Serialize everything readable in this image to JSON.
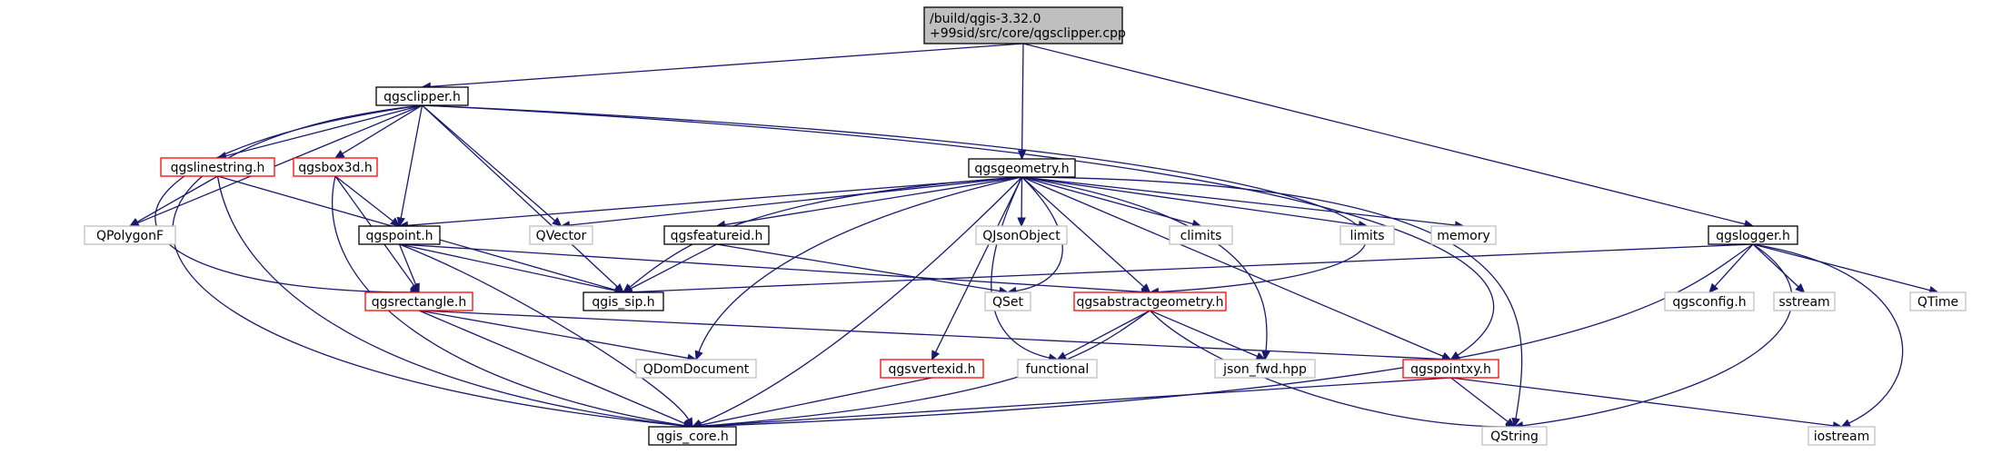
{
  "graph": {
    "colors": {
      "root_fill": "#bfbfbf",
      "root_stroke": "#000000",
      "normal_stroke": "#000000",
      "red_stroke": "#ff0000",
      "gray_stroke": "#bfbfbf",
      "edge": "#191970"
    },
    "nodes": [
      {
        "id": "root",
        "lines": [
          "/build/qgis-3.32.0",
          "+99sid/src/core/qgsclipper.cpp"
        ],
        "style": "root"
      },
      {
        "id": "qgsclipper_h",
        "lines": [
          "qgsclipper.h"
        ],
        "style": "normal"
      },
      {
        "id": "qgsgeometry_h",
        "lines": [
          "qgsgeometry.h"
        ],
        "style": "normal"
      },
      {
        "id": "qgslogger_h",
        "lines": [
          "qgslogger.h"
        ],
        "style": "normal"
      },
      {
        "id": "qgslinestring_h",
        "lines": [
          "qgslinestring.h"
        ],
        "style": "red"
      },
      {
        "id": "qgsbox3d_h",
        "lines": [
          "qgsbox3d.h"
        ],
        "style": "red"
      },
      {
        "id": "qpolygonf",
        "lines": [
          "QPolygonF"
        ],
        "style": "gray"
      },
      {
        "id": "qgspoint_h",
        "lines": [
          "qgspoint.h"
        ],
        "style": "normal"
      },
      {
        "id": "qvector",
        "lines": [
          "QVector"
        ],
        "style": "gray"
      },
      {
        "id": "qgsfeatureid_h",
        "lines": [
          "qgsfeatureid.h"
        ],
        "style": "normal"
      },
      {
        "id": "qjsonobject",
        "lines": [
          "QJsonObject"
        ],
        "style": "gray"
      },
      {
        "id": "climits",
        "lines": [
          "climits"
        ],
        "style": "gray"
      },
      {
        "id": "limits",
        "lines": [
          "limits"
        ],
        "style": "gray"
      },
      {
        "id": "memory",
        "lines": [
          "memory"
        ],
        "style": "gray"
      },
      {
        "id": "qgsrectangle_h",
        "lines": [
          "qgsrectangle.h"
        ],
        "style": "red"
      },
      {
        "id": "qgis_sip_h",
        "lines": [
          "qgis_sip.h"
        ],
        "style": "normal"
      },
      {
        "id": "qset",
        "lines": [
          "QSet"
        ],
        "style": "gray"
      },
      {
        "id": "qgsabstractgeometry_h",
        "lines": [
          "qgsabstractgeometry.h"
        ],
        "style": "red"
      },
      {
        "id": "qgsconfig_h",
        "lines": [
          "qgsconfig.h"
        ],
        "style": "gray"
      },
      {
        "id": "sstream",
        "lines": [
          "sstream"
        ],
        "style": "gray"
      },
      {
        "id": "qtime",
        "lines": [
          "QTime"
        ],
        "style": "gray"
      },
      {
        "id": "qdomdocument",
        "lines": [
          "QDomDocument"
        ],
        "style": "gray"
      },
      {
        "id": "qgsvertexid_h",
        "lines": [
          "qgsvertexid.h"
        ],
        "style": "red"
      },
      {
        "id": "functional",
        "lines": [
          "functional"
        ],
        "style": "gray"
      },
      {
        "id": "json_fwd_hpp",
        "lines": [
          "json_fwd.hpp"
        ],
        "style": "gray"
      },
      {
        "id": "qgspointxy_h",
        "lines": [
          "qgspointxy.h"
        ],
        "style": "red"
      },
      {
        "id": "qgis_core_h",
        "lines": [
          "qgis_core.h"
        ],
        "style": "normal"
      },
      {
        "id": "qstring",
        "lines": [
          "QString"
        ],
        "style": "gray"
      },
      {
        "id": "iostream",
        "lines": [
          "iostream"
        ],
        "style": "gray"
      }
    ],
    "edges": [
      [
        "root",
        "qgsclipper_h"
      ],
      [
        "root",
        "qgsgeometry_h"
      ],
      [
        "root",
        "qgslogger_h"
      ],
      [
        "qgsclipper_h",
        "qgslinestring_h"
      ],
      [
        "qgsclipper_h",
        "qgsbox3d_h"
      ],
      [
        "qgsclipper_h",
        "qpolygonf"
      ],
      [
        "qgsclipper_h",
        "qgspoint_h"
      ],
      [
        "qgsclipper_h",
        "qvector"
      ],
      [
        "qgsclipper_h",
        "qgis_sip_h"
      ],
      [
        "qgsclipper_h",
        "qgsrectangle_h"
      ],
      [
        "qgsclipper_h",
        "qgis_core_h"
      ],
      [
        "qgsclipper_h",
        "qgsabstractgeometry_h"
      ],
      [
        "qgsclipper_h",
        "qgspointxy_h"
      ],
      [
        "qgslinestring_h",
        "qpolygonf"
      ],
      [
        "qgslinestring_h",
        "qgis_sip_h"
      ],
      [
        "qgslinestring_h",
        "qgis_core_h"
      ],
      [
        "qgsbox3d_h",
        "qgspoint_h"
      ],
      [
        "qgsbox3d_h",
        "qgsrectangle_h"
      ],
      [
        "qgsbox3d_h",
        "qgis_core_h"
      ],
      [
        "qgspoint_h",
        "qgsrectangle_h"
      ],
      [
        "qgspoint_h",
        "qgis_sip_h"
      ],
      [
        "qgspoint_h",
        "qgsabstractgeometry_h"
      ],
      [
        "qgspoint_h",
        "qgis_core_h"
      ],
      [
        "qgsgeometry_h",
        "qgspoint_h"
      ],
      [
        "qgsgeometry_h",
        "qvector"
      ],
      [
        "qgsgeometry_h",
        "qgsfeatureid_h"
      ],
      [
        "qgsgeometry_h",
        "qjsonobject"
      ],
      [
        "qgsgeometry_h",
        "climits"
      ],
      [
        "qgsgeometry_h",
        "limits"
      ],
      [
        "qgsgeometry_h",
        "memory"
      ],
      [
        "qgsgeometry_h",
        "qgis_sip_h"
      ],
      [
        "qgsgeometry_h",
        "qset"
      ],
      [
        "qgsgeometry_h",
        "qgsabstractgeometry_h"
      ],
      [
        "qgsgeometry_h",
        "qdomdocument"
      ],
      [
        "qgsgeometry_h",
        "qgsvertexid_h"
      ],
      [
        "qgsgeometry_h",
        "functional"
      ],
      [
        "qgsgeometry_h",
        "json_fwd_hpp"
      ],
      [
        "qgsgeometry_h",
        "qgspointxy_h"
      ],
      [
        "qgsgeometry_h",
        "qgis_core_h"
      ],
      [
        "qgsgeometry_h",
        "qstring"
      ],
      [
        "qgsfeatureid_h",
        "qgis_sip_h"
      ],
      [
        "qgsfeatureid_h",
        "qset"
      ],
      [
        "qgsrectangle_h",
        "qdomdocument"
      ],
      [
        "qgsrectangle_h",
        "qgspointxy_h"
      ],
      [
        "qgsrectangle_h",
        "qgis_core_h"
      ],
      [
        "qgsabstractgeometry_h",
        "functional"
      ],
      [
        "qgsabstractgeometry_h",
        "json_fwd_hpp"
      ],
      [
        "qgsabstractgeometry_h",
        "qgis_core_h"
      ],
      [
        "qgsabstractgeometry_h",
        "qstring"
      ],
      [
        "qgsvertexid_h",
        "qgis_core_h"
      ],
      [
        "qgspointxy_h",
        "qgis_core_h"
      ],
      [
        "qgspointxy_h",
        "qstring"
      ],
      [
        "qgspointxy_h",
        "iostream"
      ],
      [
        "qgslogger_h",
        "qgis_sip_h"
      ],
      [
        "qgslogger_h",
        "qgsconfig_h"
      ],
      [
        "qgslogger_h",
        "sstream"
      ],
      [
        "qgslogger_h",
        "qtime"
      ],
      [
        "qgslogger_h",
        "qgis_core_h"
      ],
      [
        "qgslogger_h",
        "qstring"
      ],
      [
        "qgslogger_h",
        "iostream"
      ]
    ]
  }
}
